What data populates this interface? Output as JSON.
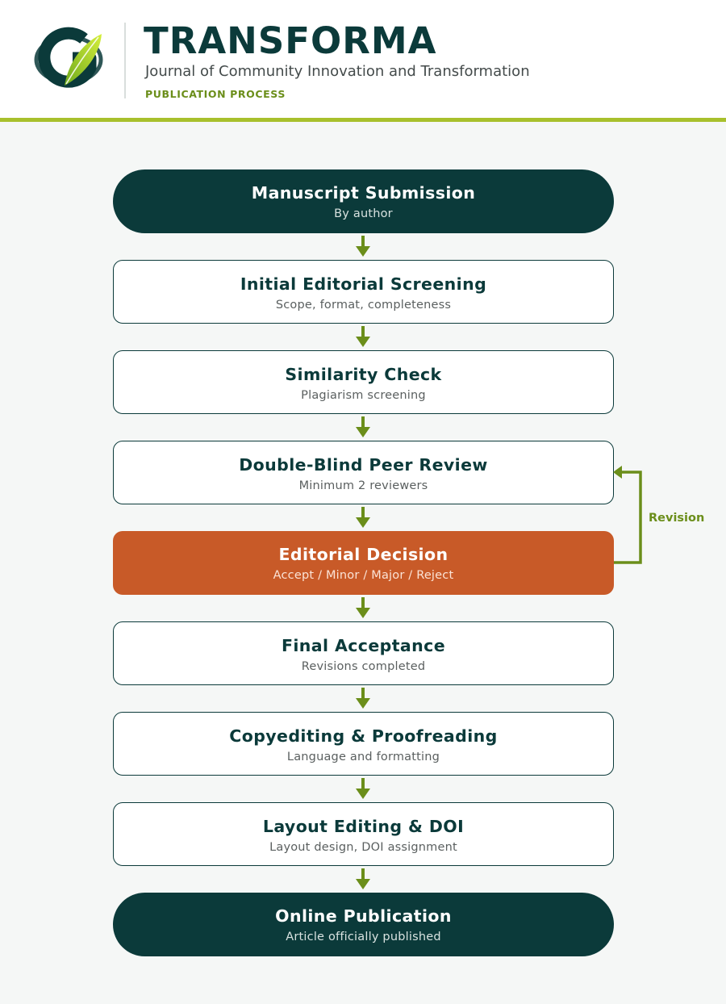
{
  "header": {
    "title": "TRANSFORMA",
    "subtitle": "Journal of Community Innovation and Transformation",
    "tag": "PUBLICATION PROCESS"
  },
  "colors": {
    "dark_teal": "#0b3a3a",
    "accent_green": "#a8c02c",
    "arrow_green": "#6b8e1a",
    "decision_orange": "#c85a28"
  },
  "steps": [
    {
      "title": "Manuscript Submission",
      "subtitle": "By author",
      "style": "pill"
    },
    {
      "title": "Initial Editorial Screening",
      "subtitle": "Scope, format, completeness",
      "style": "standard"
    },
    {
      "title": "Similarity Check",
      "subtitle": "Plagiarism screening",
      "style": "standard"
    },
    {
      "title": "Double-Blind Peer Review",
      "subtitle": "Minimum 2 reviewers",
      "style": "standard"
    },
    {
      "title": "Editorial Decision",
      "subtitle": "Accept / Minor / Major / Reject",
      "style": "decision"
    },
    {
      "title": "Final Acceptance",
      "subtitle": "Revisions completed",
      "style": "standard"
    },
    {
      "title": "Copyediting & Proofreading",
      "subtitle": "Language and formatting",
      "style": "standard"
    },
    {
      "title": "Layout Editing & DOI",
      "subtitle": "Layout design, DOI assignment",
      "style": "standard"
    },
    {
      "title": "Online Publication",
      "subtitle": "Article officially published",
      "style": "pill"
    }
  ],
  "revision_loop": {
    "label": "Revision",
    "from_step": "Editorial Decision",
    "to_step": "Double-Blind Peer Review"
  }
}
